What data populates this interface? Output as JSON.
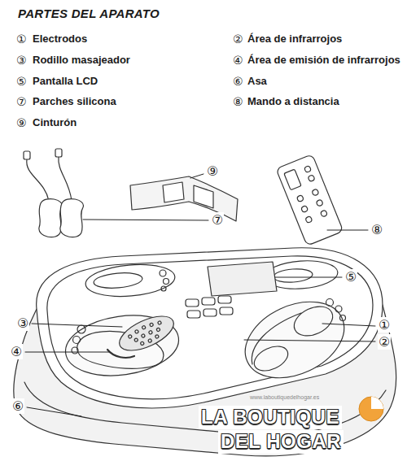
{
  "diagram": {
    "title": "PARTES DEL APARATO",
    "labels": [
      "①",
      "Electrodos",
      "②",
      "Área de infrarrojos",
      "③",
      "Rodillo masajeador",
      "④",
      "Área de emisión de infrarrojos",
      "⑤",
      "Pantalla LCD",
      "⑥",
      "Asa",
      "⑦",
      "Parches silicona",
      "⑧",
      "Mando a distancia",
      "⑨",
      "Cinturón",
      "⑦",
      "⑨",
      "⑧",
      "⑤",
      "③",
      "①",
      "②",
      "④",
      "⑥",
      "www.laboutiquedelhogar.es",
      "LA BOUTIQUE",
      "DEL HOGAR"
    ]
  }
}
